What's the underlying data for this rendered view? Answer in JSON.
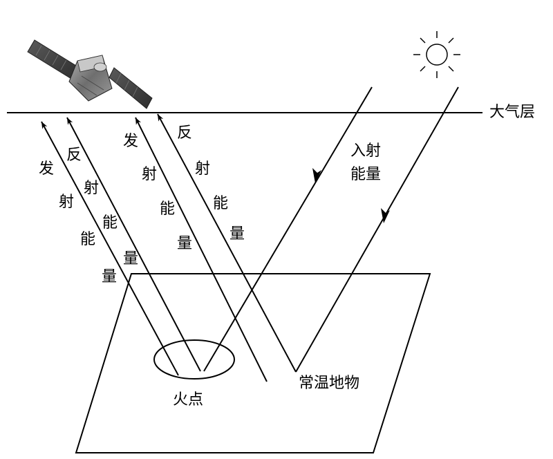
{
  "labels": {
    "atmosphere": "大气层",
    "incident_energy_line1": "入射",
    "incident_energy_line2": "能量",
    "fire_point": "火点",
    "normal_temp_object": "常温地物"
  },
  "vertical_labels": {
    "emitted_energy_left": [
      "发",
      "射",
      "能",
      "量"
    ],
    "reflected_energy_left": [
      "反",
      "射",
      "能",
      "量"
    ],
    "emitted_energy_right": [
      "发",
      "射",
      "能",
      "量"
    ],
    "reflected_energy_right": [
      "反",
      "射",
      "能",
      "量"
    ]
  },
  "icons": {
    "satellite": "satellite-icon",
    "sun": "sun-icon"
  },
  "colors": {
    "line": "#000000",
    "satellite_panel": "#4a4a4a",
    "satellite_body": "#8a8a8a"
  }
}
